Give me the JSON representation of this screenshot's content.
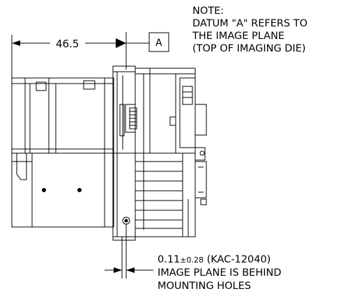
{
  "note": {
    "title": "NOTE:",
    "lines": [
      "DATUM \"A\" REFERS TO",
      "THE IMAGE PLANE",
      "(TOP OF IMAGING DIE)"
    ]
  },
  "dimension_top": "46.5",
  "datum_label": "A",
  "bottom_note": {
    "value_main": "0.11",
    "value_tol": "±0.28",
    "value_suffix": " (KAC-12040)",
    "line2": "IMAGE PLANE IS BEHIND",
    "line3": "MOUNTING HOLES"
  }
}
